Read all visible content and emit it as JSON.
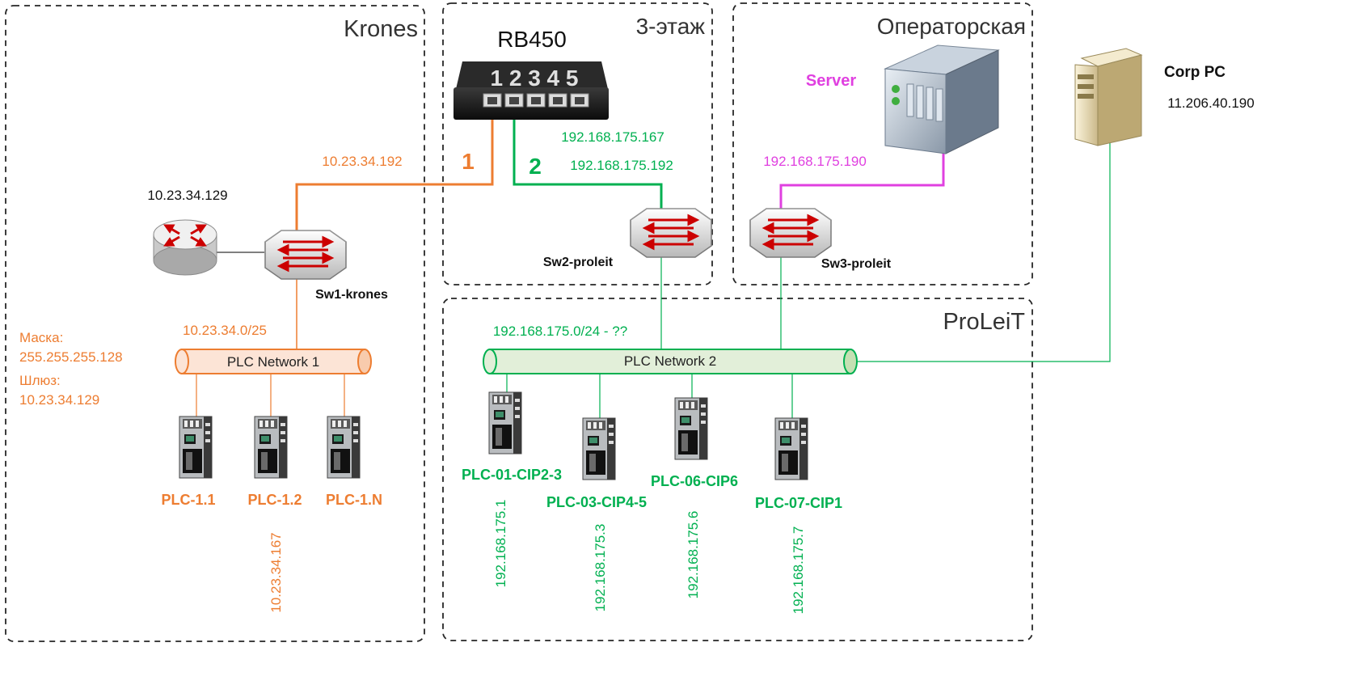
{
  "colors": {
    "orange": "#ed7d31",
    "green": "#00b050",
    "magenta": "#e040e0",
    "black": "#000000",
    "zone_border": "#262626"
  },
  "zones": {
    "krones": "Krones",
    "floor3": "3-этаж",
    "operator": "Операторская",
    "proleit": "ProLeiT"
  },
  "devices": {
    "router_model": "RB450",
    "router_ports": "1 2 3 4 5",
    "server": "Server",
    "corp_pc": "Corp PC",
    "sw1": "Sw1-krones",
    "sw2": "Sw2-proleit",
    "sw3": "Sw3-proleit"
  },
  "links": {
    "link1_num": "1",
    "link2_num": "2"
  },
  "addresses": {
    "krones_uplink": "10.23.34.192",
    "krones_gateway_router": "10.23.34.129",
    "krones_subnet": "10.23.34.0/25",
    "mask_label": "Маска:",
    "mask_value": "255.255.255.128",
    "gateway_label": "Шлюз:",
    "gateway_value": "10.23.34.129",
    "port2_a": "192.168.175.167",
    "port2_b": "192.168.175.192",
    "server_ip": "192.168.175.190",
    "corp_pc_ip": "11.206.40.190",
    "proleit_subnet": "192.168.175.0/24 - ??"
  },
  "networks": {
    "net1": "PLC Network 1",
    "net2": "PLC Network 2"
  },
  "plcs_krones": [
    {
      "name": "PLC-1.1",
      "ip": ""
    },
    {
      "name": "PLC-1.2",
      "ip": "10.23.34.167"
    },
    {
      "name": "PLC-1.N",
      "ip": ""
    }
  ],
  "plcs_proleit": [
    {
      "name": "PLC-01-CIP2-3",
      "ip": "192.168.175.1"
    },
    {
      "name": "PLC-03-CIP4-5",
      "ip": "192.168.175.3"
    },
    {
      "name": "PLC-06-CIP6",
      "ip": "192.168.175.6"
    },
    {
      "name": "PLC-07-CIP1",
      "ip": "192.168.175.7"
    }
  ]
}
